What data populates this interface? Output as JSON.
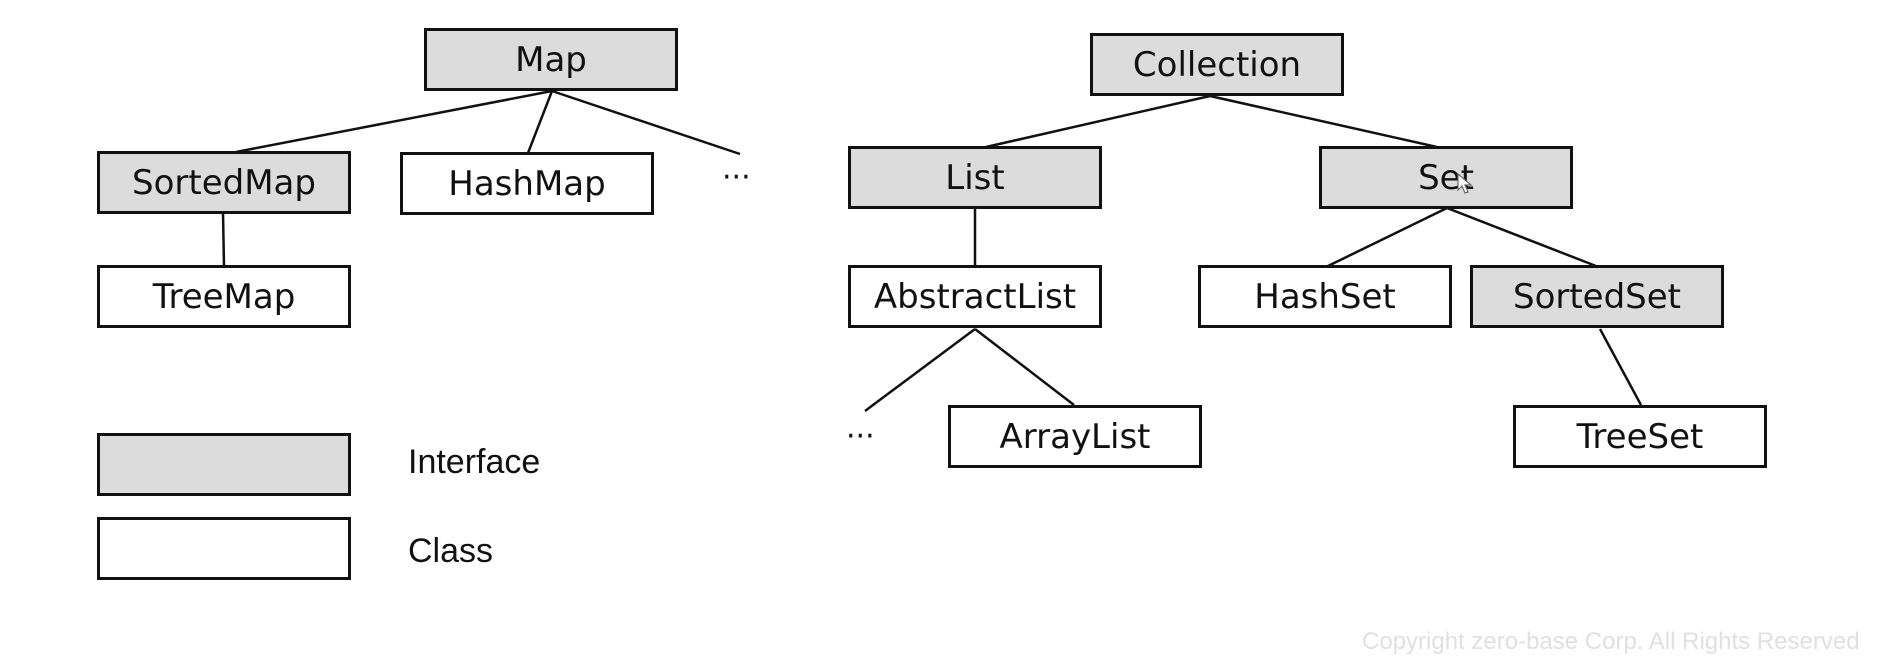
{
  "colors": {
    "interface_fill": "#dcdcdc",
    "class_fill": "#ffffff",
    "stroke": "#111111",
    "copyright": "#e0e0e0"
  },
  "nodes": {
    "map": "Map",
    "sorted_map": "SortedMap",
    "hash_map": "HashMap",
    "tree_map": "TreeMap",
    "collection": "Collection",
    "list": "List",
    "set": "Set",
    "abstract_list": "AbstractList",
    "array_list": "ArrayList",
    "hash_set": "HashSet",
    "sorted_set": "SortedSet",
    "tree_set": "TreeSet"
  },
  "ellipsis": "···",
  "legend": {
    "interface": "Interface",
    "class": "Class"
  },
  "copyright": "Copyright zero-base Corp. All Rights Reserved"
}
